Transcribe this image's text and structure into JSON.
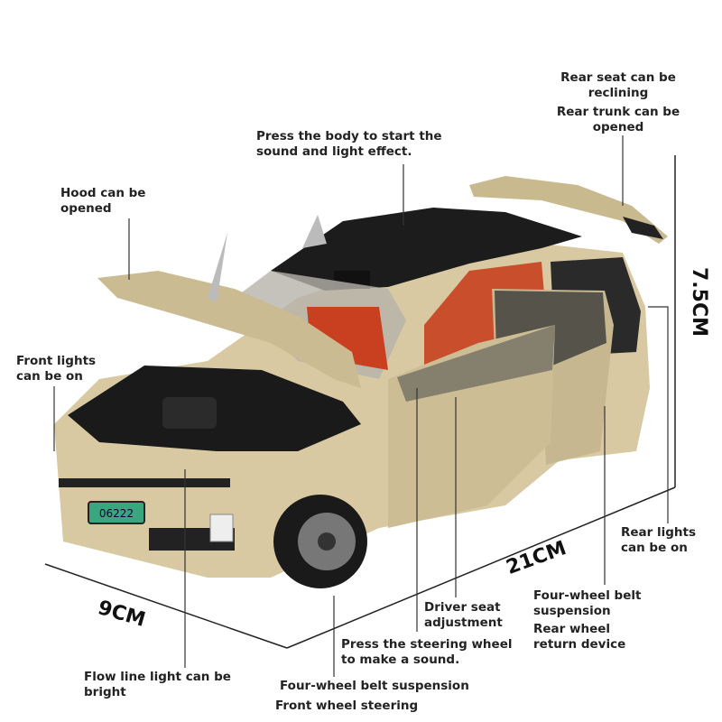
{
  "annotations": {
    "rear_seat": [
      "Rear seat can be",
      "reclining"
    ],
    "rear_trunk": [
      "Rear trunk can be",
      "opened"
    ],
    "press_body": [
      "Press the body to start the",
      "sound and light effect."
    ],
    "hood": [
      "Hood can be",
      "opened"
    ],
    "front_lights": [
      "Front lights",
      "can be on"
    ],
    "rear_lights": [
      "Rear lights",
      "can be on"
    ],
    "rear_suspension": [
      "Four-wheel belt",
      "suspension"
    ],
    "rear_wheel": [
      "Rear wheel",
      "return device"
    ],
    "driver_seat": [
      "Driver seat",
      "adjustment"
    ],
    "steering_wheel": [
      "Press the steering wheel",
      "to make a sound."
    ],
    "flow_light": [
      "Flow line light can be",
      "bright"
    ],
    "front_suspension": "Four-wheel belt suspension",
    "front_steering": "Front wheel steering"
  },
  "dimensions": {
    "height": "7.5CM",
    "length": "21CM",
    "width": "9CM"
  },
  "car": {
    "license_plate": "06222",
    "body_color": "#d8c9a3",
    "roof_color": "#1c1c1c",
    "interior_color": "#c8401f",
    "plate_color": "#3aa67f"
  }
}
